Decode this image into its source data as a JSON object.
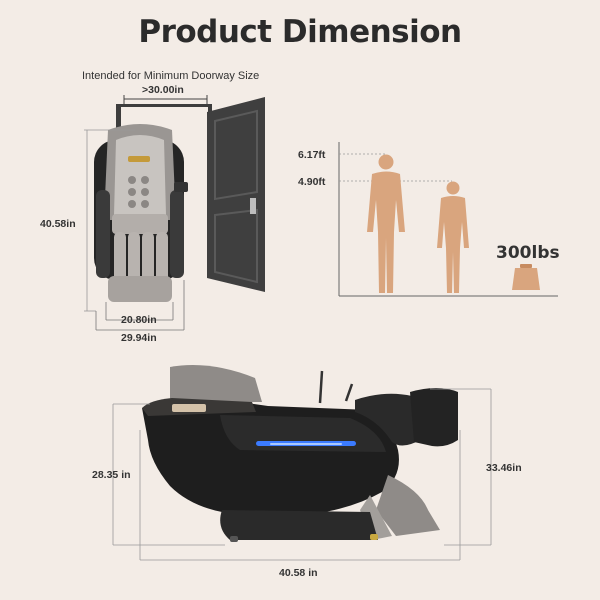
{
  "title": "Product Dimension",
  "doorway": {
    "caption": "Intended for Minimum Doorway Size",
    "width": ">30.00in"
  },
  "front_view": {
    "height": "40.58in",
    "inner_width": "20.80in",
    "outer_width": "29.94in"
  },
  "user_range": {
    "max_height": "6.17ft",
    "min_height": "4.90ft",
    "max_weight": "300lbs"
  },
  "side_view": {
    "seat_height": "28.35 in",
    "reclined_height": "33.46in",
    "length": "40.58 in"
  },
  "colors": {
    "background": "#f3ece6",
    "door": "#3d3d3d",
    "figure": "#d9a57e",
    "chair_dark": "#1e1e1e",
    "chair_gray": "#9a9693",
    "accent_blue": "#3b7bff"
  }
}
